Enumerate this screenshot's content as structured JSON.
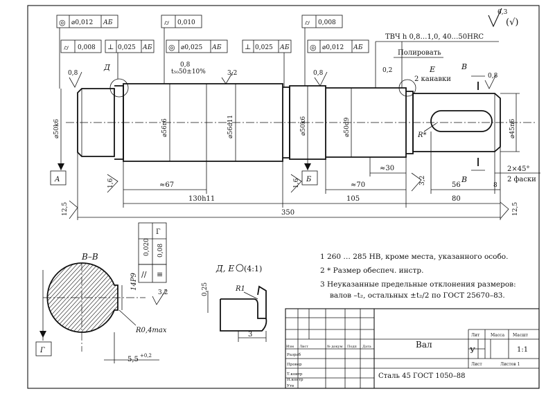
{
  "roughness": {
    "general": "6,3",
    "paren": "(√)"
  },
  "fcf": {
    "c1": {
      "sym": "◎",
      "tol": "⌀0,012",
      "base": "АБ"
    },
    "c2": {
      "sym": "⌭",
      "tol": "0,008"
    },
    "c3": {
      "sym": "⊥",
      "tol": "0,025",
      "base": "АБ"
    },
    "c4": {
      "sym": "⌭",
      "tol": "0,010"
    },
    "c5": {
      "sym": "◎",
      "tol": "⌀0,025",
      "base": "АБ"
    },
    "c6": {
      "sym": "⊥",
      "tol": "0,025",
      "base": "АБ"
    },
    "c7": {
      "sym": "⌭",
      "tol": "0,008"
    },
    "c8": {
      "sym": "◎",
      "tol": "⌀0,012",
      "base": "АБ"
    }
  },
  "notes_top": {
    "tvch": "ТВЧ h 0,8…1,0, 40…50HRC",
    "polish": "Полировать",
    "grooves": "2 канавки",
    "t": "t₅₀50±10%",
    "chamfer": "2×45°",
    "chamfers": "2 фаски"
  },
  "labels": {
    "D": "Д",
    "E": "Е",
    "V1": "В",
    "V2": "В",
    "A": "А",
    "B": "Б",
    "G": "Г",
    "R": "R*"
  },
  "rough": {
    "r1": "0,8",
    "r2": "0,8",
    "r3": "3,2",
    "r4": "0,8",
    "r5": "0,2",
    "r6": "0,8",
    "r7": "1,6",
    "r8": "1,6",
    "r9": "3,2",
    "r10": "12,5",
    "r11": "12,5",
    "r12": "3,2"
  },
  "diameters": {
    "d1": "⌀50k6",
    "d2": "⌀56r6",
    "d3": "⌀56d11",
    "d4": "⌀50k6",
    "d5": "⌀50d9",
    "d6": "⌀45n6"
  },
  "dims": {
    "a67": "≈67",
    "a130": "130h11",
    "a350": "350",
    "a30": "≈30",
    "a70": "≈70",
    "a105": "105",
    "a56": "56",
    "a8": "8",
    "a80": "80"
  },
  "section": {
    "title": "В–В",
    "key": "14P9",
    "tol1": "0,020",
    "tol2": "0,08",
    "r": "R0,4max",
    "depth": "5,5",
    "depth_tol": "+0,2",
    "rough": "3,2"
  },
  "detail": {
    "title": "Д, Е",
    "scale": "(4:1)",
    "d025": "0,25",
    "r1": "R1",
    "d3": "3"
  },
  "notes": [
    "1  260 … 285 НВ, кроме места, указанного особо.",
    "2  * Размер обеспеч. инстр.",
    "3  Неуказанные предельные отклонения размеров:",
    "валов –t₂, остальных  ±t₂/2 по ГОСТ 25670–83."
  ],
  "title_block": {
    "name": "Вал",
    "material": "Сталь 45 ГОСТ 1050–88",
    "lit": "Лит",
    "mass": "Масса",
    "scale_h": "Масшт",
    "scale": "1:1",
    "sheet": "Лист",
    "sheets": "Листов 1",
    "col_izm": "Изм",
    "col_list": "Лист",
    "col_doc": "№ докум",
    "col_sign": "Подп",
    "col_date": "Дата",
    "razrab": "Разраб",
    "prov": "Провер",
    "tkontr": "Т.контр",
    "nkontr": "Н.контр",
    "utv": "Утв",
    "lit_mark": "У"
  }
}
